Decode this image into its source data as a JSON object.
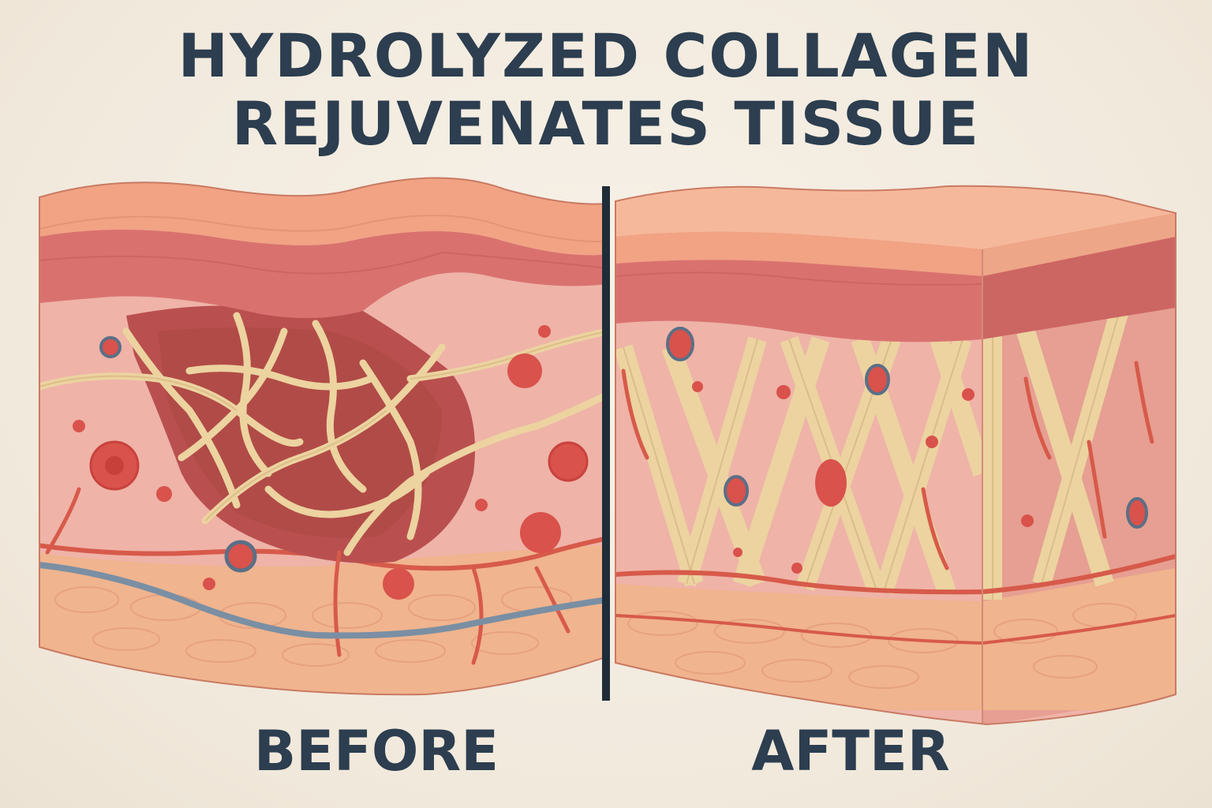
{
  "title": {
    "line1": "HYDROLYZED COLLAGEN",
    "line2": "REJUVENATES TISSUE"
  },
  "panels": {
    "before_label": "BEFORE",
    "after_label": "AFTER"
  },
  "colors": {
    "text": "#2c3e4f",
    "divider": "#1f2d38",
    "epidermis": "#f1a384",
    "dermis_band": "#d9726f",
    "dermis": "#efb3a8",
    "damaged_area": "#b9504f",
    "collagen_fiber": "#ecd3a0",
    "cell": "#d9524c",
    "vessel": "#d75a4a",
    "vein": "#7a8fa3",
    "fat_layer": "#f0b48e"
  }
}
